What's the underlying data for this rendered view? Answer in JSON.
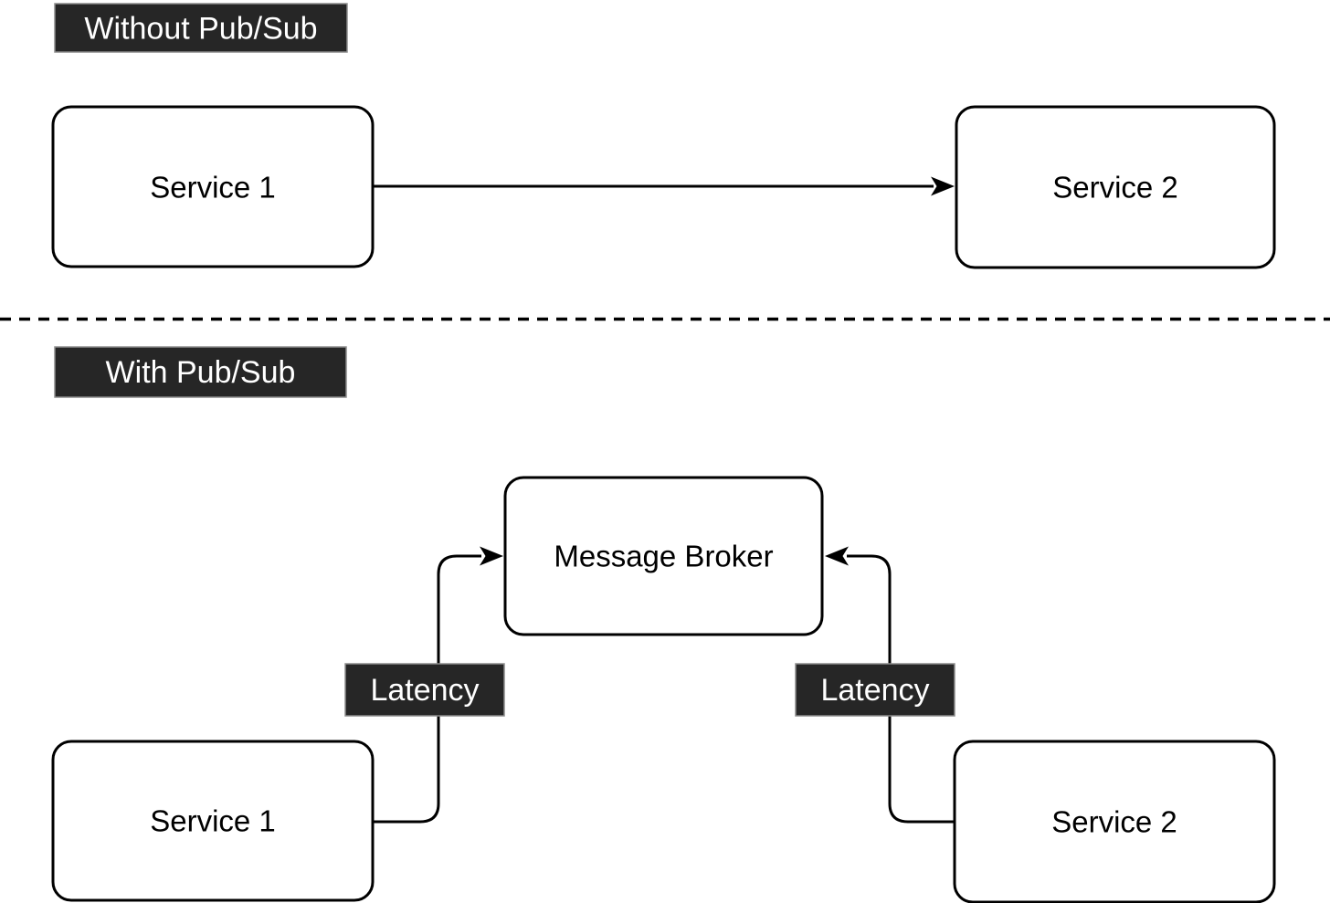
{
  "diagram": {
    "top_section": {
      "label": "Without Pub/Sub",
      "service1": "Service 1",
      "service2": "Service 2"
    },
    "bottom_section": {
      "label": "With Pub/Sub",
      "broker": "Message Broker",
      "service1": "Service 1",
      "service2": "Service 2",
      "latency_left": "Latency",
      "latency_right": "Latency"
    },
    "colors": {
      "label_bg": "#262626",
      "label_border": "#8c8c8c",
      "label_text": "#ffffff",
      "node_fill": "#ffffff",
      "node_stroke": "#000000",
      "canvas_bg": "#ffffff"
    }
  }
}
